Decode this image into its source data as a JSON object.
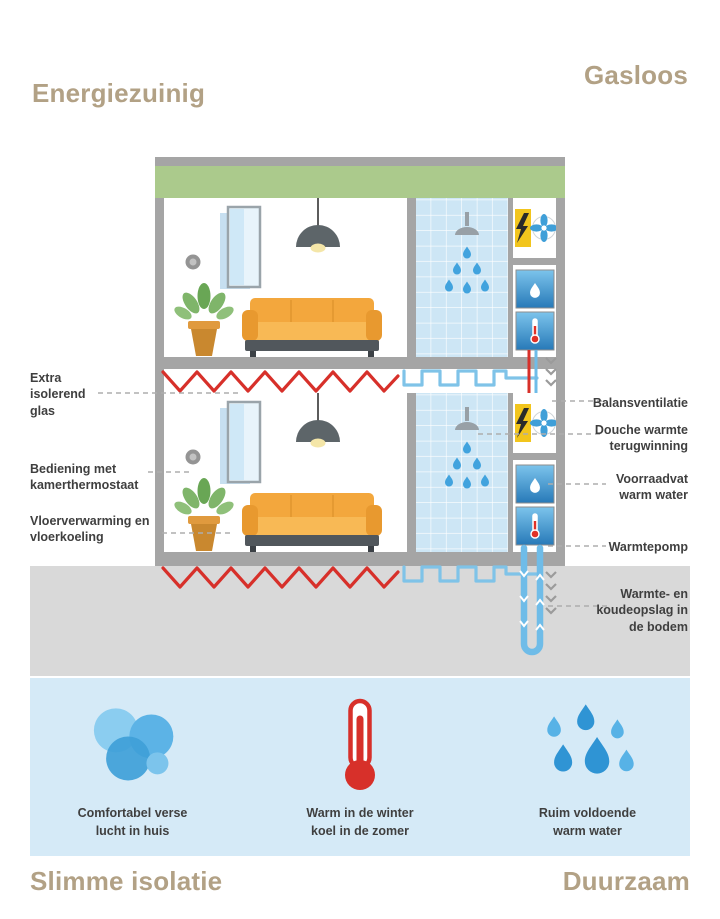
{
  "headings": {
    "top_left": "Energiezuinig",
    "top_right": "Gasloos",
    "bottom_left": "Slimme isolatie",
    "bottom_right": "Duurzaam"
  },
  "labels_left": [
    {
      "text": "Extra\nisolerend\nglas"
    },
    {
      "text": "Bediening met\nkamerthermostaat"
    },
    {
      "text": "Vloerverwarming en\nvloerkoeling"
    }
  ],
  "labels_right": [
    {
      "text": "Balansventilatie"
    },
    {
      "text": "Douche warmte\nterugwinning"
    },
    {
      "text": "Voorraadvat\nwarm water"
    },
    {
      "text": "Warmtepomp"
    },
    {
      "text": "Warmte- en\nkoudeopslag in\nde bodem"
    }
  ],
  "features": [
    {
      "icon": "ventilation-icon",
      "caption": "Comfortabel verse\nlucht in huis"
    },
    {
      "icon": "thermometer-icon",
      "caption": "Warm in de winter\nkoel in de zomer"
    },
    {
      "icon": "water-drops-icon",
      "caption": "Ruim voldoende\nwarm water"
    }
  ],
  "colors": {
    "heading_tan": "#b2a185",
    "text_dark": "#3f3f3f",
    "roof_green": "#abca8c",
    "wall_gray": "#a5a5a5",
    "ground_gray": "#d9d9d9",
    "panel_blue": "#d5eaf7",
    "water_blue": "#3f9fd8",
    "pipe_red": "#d7302a",
    "sofa_orange": "#f3a73d"
  }
}
